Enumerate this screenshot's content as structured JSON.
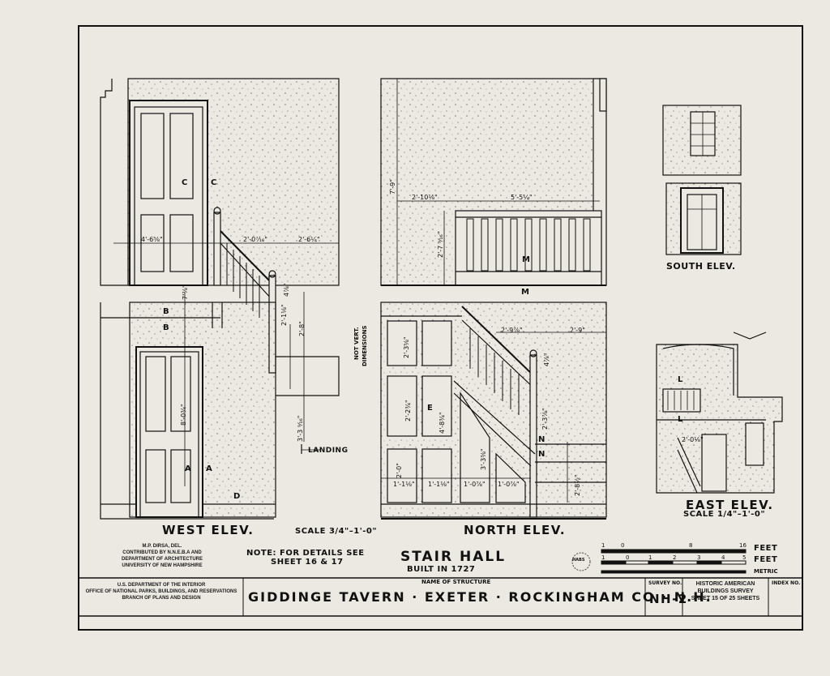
{
  "views": {
    "west_elev": "WEST ELEV.",
    "north_elev": "NORTH ELEV.",
    "south_elev": "SOUTH ELEV.",
    "east_elev": "EAST ELEV."
  },
  "scales": {
    "main": "SCALE 3/4\"–1'-0\"",
    "east": "SCALE 1/4\"–1'-0\""
  },
  "notes": {
    "details_line1": "NOTE: FOR DETAILS SEE",
    "details_line2": "SHEET 16 & 17",
    "landing": "LANDING",
    "not_vert_1": "NOT VERT.",
    "not_vert_2": "DIMENSIONS"
  },
  "section_marks": [
    "A",
    "B",
    "C",
    "D",
    "E",
    "L",
    "M",
    "N"
  ],
  "title": {
    "stair_hall": "STAIR HALL",
    "built": "BUILT IN 1727"
  },
  "credits": {
    "line1": "M.P. DIRSA, DEL.",
    "line2": "CONTRIBUTED BY N.N.E.B.A AND",
    "line3": "DEPARTMENT OF ARCHITECTURE",
    "line4": "UNIVERSITY OF NEW HAMPSHIRE"
  },
  "scale_bar": {
    "feet_label": "FEET",
    "metric_label": "METRIC",
    "top_ticks": [
      "1",
      "0",
      "8",
      "16"
    ],
    "mid_ticks": [
      "1",
      "0",
      "1",
      "2",
      "3",
      "4",
      "5"
    ]
  },
  "title_block": {
    "agency_1": "U.S. DEPARTMENT OF THE INTERIOR",
    "agency_2": "OFFICE OF NATIONAL PARKS, BUILDINGS, AND RESERVATIONS",
    "agency_3": "BRANCH OF PLANS AND DESIGN",
    "name_label": "NAME OF STRUCTURE",
    "structure": "GIDDINGE TAVERN · EXETER · ROCKINGHAM CO · N.H.",
    "survey_label": "SURVEY NO.",
    "survey_no": "NH-2",
    "habs_1": "HISTORIC AMERICAN",
    "habs_2": "BUILDINGS SURVEY",
    "sheet": "SHEET 15 OF 25 SHEETS",
    "index_label": "INDEX NO."
  },
  "dimensions": {
    "w1": "4'-6⅝\"",
    "w2": "2'-0⁷⁄₁₆\"",
    "w3": "2'-6¼\"",
    "w4": "7'⅞\"",
    "w5": "2'-1⅛\"",
    "w6": "2'-8\"",
    "w7": "3'-3 ⁹⁄₁₆\"",
    "w8": "8'-0¾\"",
    "w9": "4⅞\"",
    "n1": "7'-9\"",
    "n2": "2'-10⅛\"",
    "n3": "5'-5¼\"",
    "n4": "2'-7 ⁹⁄₁₆\"",
    "n5": "2'-9⅞\"",
    "n6": "2'-9\"",
    "n7": "4⅞\"",
    "n8": "2'-3⅞\"",
    "n9": "2'-3⅝\"",
    "n10": "2'-2¾\"",
    "n11": "4'-8¾\"",
    "n12": "3'-3⅜\"",
    "n13": "2'-0\"",
    "n14": "1'-1⅛\"",
    "n15": "1'-1⅛\"",
    "n16": "1'-0⅞\"",
    "n17": "1'-0⅞\"",
    "n18": "2'-8½\"",
    "e1": "2'-0⅛\""
  },
  "stamp": "HABS"
}
